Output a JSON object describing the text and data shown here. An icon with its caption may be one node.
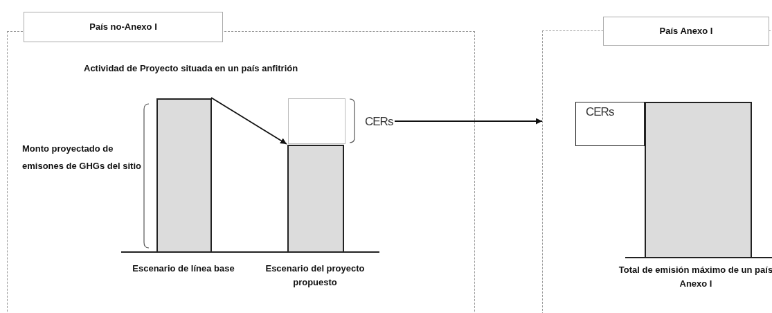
{
  "diagram": {
    "nodes": [
      {
        "text": [
          "País no-Anexo I",
          "Actividad de Proyecto situada en un país anfitrión"
        ]
      },
      {
        "text": [],
        "shape": "bar",
        "in": 0,
        "beside": [
          "Escenario de línea base"
        ]
      },
      {
        "text": [],
        "shape": "bar",
        "in": 0,
        "beside": [
          "Escenario del proyecto propuesto"
        ]
      },
      {
        "text": [],
        "shape": "box",
        "in": 0
      },
      {
        "text": [
          "CERs"
        ],
        "in": 0
      },
      {
        "text": [
          "País Anexo I"
        ]
      },
      {
        "text": [
          "CERs"
        ],
        "in": 5
      },
      {
        "text": [],
        "shape": "bar",
        "in": 5,
        "beside": [
          "Total de emisión máximo de un país Anexo I"
        ]
      }
    ],
    "edges": [
      {
        "from": 1,
        "to": 2,
        "arrow": "to"
      },
      {
        "from": 4,
        "to": 5,
        "arrow": "to"
      }
    ],
    "labels": [
      "Monto proyectado de emisones de GHGs del sitio"
    ]
  }
}
